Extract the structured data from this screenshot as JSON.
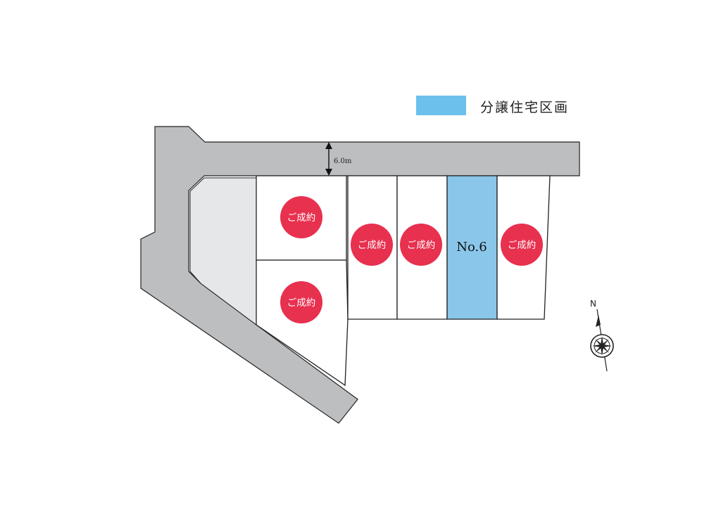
{
  "legend": {
    "label": "分譲住宅区画",
    "color": "#6cc1ec"
  },
  "road": {
    "width_label": "6.0m",
    "color": "#bcbec0",
    "sidewalk_color": "#e6e7e8"
  },
  "lots": {
    "sold_label": "ご成約",
    "sold_color": "#e8304f",
    "available_lot": {
      "label": "No.6",
      "color": "#8ac6ea"
    }
  },
  "compass": {
    "north_label": "N"
  }
}
